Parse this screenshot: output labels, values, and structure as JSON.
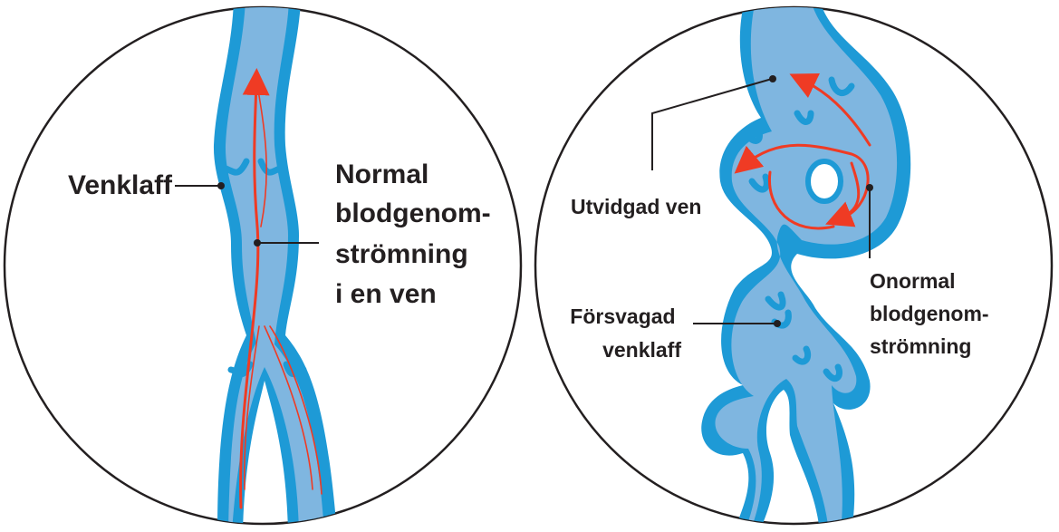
{
  "left_panel": {
    "valve_label": "Venklaff",
    "normal_flow_label": [
      "Normal",
      "blodgenom-",
      "strömning",
      "i en ven"
    ]
  },
  "right_panel": {
    "dilated_label": "Utvidgad ven",
    "weak_valve_label": [
      "Försvagad",
      "venklaff"
    ],
    "abnormal_flow_label": [
      "Onormal",
      "blodgenom-",
      "strömning"
    ]
  },
  "colors": {
    "vein_wall": "#1e9ad6",
    "vein_fill": "#7fb6e0",
    "blood_flow": "#ef3b24",
    "text": "#231f20",
    "circle_outline": "#231f20"
  }
}
